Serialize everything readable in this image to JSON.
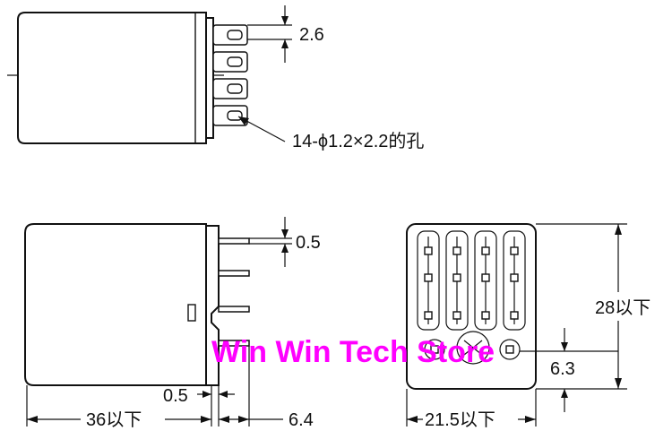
{
  "dimensions": {
    "pin_pitch_top": "2.6",
    "hole_spec": "14-ϕ1.2×2.2的孔",
    "pin_thickness": "0.5",
    "side_offset": "0.5",
    "length": "36以下",
    "pin_length": "6.4",
    "width": "21.5以下",
    "height": "28以下",
    "base_offset": "6.3"
  },
  "watermark": {
    "text": "Win Win Tech Store",
    "color": "#ff00ff"
  }
}
